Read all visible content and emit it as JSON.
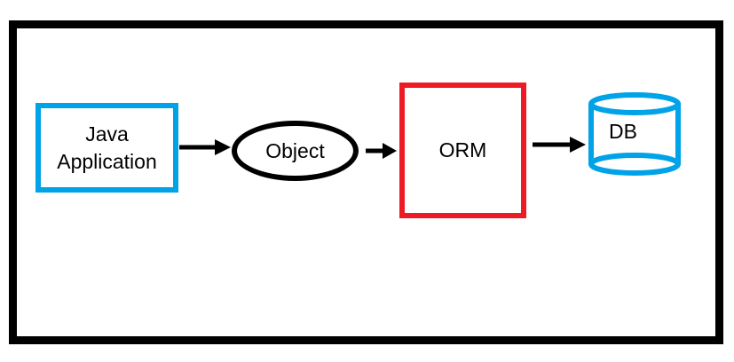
{
  "diagram": {
    "nodes": {
      "java_application": {
        "line1": "Java",
        "line2": "Application",
        "shape": "rectangle",
        "border_color": "#00A2E8"
      },
      "object": {
        "label": "Object",
        "shape": "ellipse",
        "border_color": "#000000"
      },
      "orm": {
        "label": "ORM",
        "shape": "rectangle",
        "border_color": "#ED1C24"
      },
      "db": {
        "label": "DB",
        "shape": "cylinder",
        "border_color": "#00A2E8"
      }
    },
    "connections": [
      {
        "from": "java_application",
        "to": "object"
      },
      {
        "from": "object",
        "to": "orm"
      },
      {
        "from": "orm",
        "to": "db"
      }
    ],
    "colors": {
      "accent_blue": "#00A2E8",
      "accent_red": "#ED1C24",
      "line_black": "#000000",
      "background": "#FFFFFF"
    }
  }
}
